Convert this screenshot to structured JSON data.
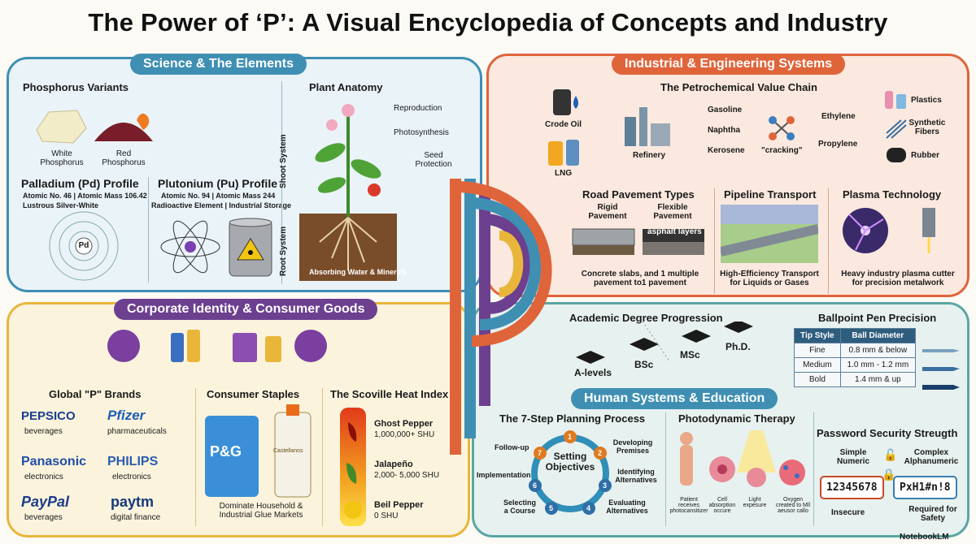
{
  "title": "The Power of ‘P’: A Visual Encyclopedia of Concepts and Industry",
  "colors": {
    "science": "#3f8fb3",
    "industrial": "#e0643a",
    "corporate": "#e9b63a",
    "human": "#5aa6a4",
    "corp_pill": "#6c3f8f"
  },
  "science": {
    "label": "Science & The Elements",
    "phosphorus": {
      "title": "Phosphorus Variants",
      "white": "White\nPhosphorus",
      "red": "Red\nPhosphorus"
    },
    "palladium": {
      "title": "Palladium (Pd) Profile",
      "line1": "Atomic No. 46 | Atomic Mass 106.42",
      "line2": "Lustrous Silver-White",
      "symbol": "Pd"
    },
    "plutonium": {
      "title": "Plutonium (Pu) Profile",
      "line1": "Atomic No. 94 | Atomic Mass 244",
      "line2": "Radioactive Element | Industrial Storage"
    },
    "plant": {
      "title": "Plant Anatomy",
      "reproduction": "Reproduction",
      "photosynthesis": "Photosynthesis",
      "seed": "Seed\nProtection",
      "shoot": "Shoot System",
      "root": "Root System",
      "absorb": "Absorbing Water & Minerals"
    }
  },
  "industrial": {
    "label": "Industrial & Engineering Systems",
    "petro": {
      "title": "The Petrochemical Value Chain",
      "crude": "Crode Oil",
      "lng": "LNG",
      "refinery": "Refinery",
      "gasoline": "Gasoline",
      "naphtha": "Naphtha",
      "kerosene": "Kerosene",
      "cracking": "\"cracking\"",
      "ethylene": "Ethylene",
      "propylene": "Propylene",
      "plastics": "Plastics",
      "fibers": "Synthetic\nFibers",
      "rubber": "Rubber"
    },
    "road": {
      "title": "Road Pavement Types",
      "rigid": "Rigid\nPavement",
      "flexible": "Flexible\nPavement",
      "asphalt": "asphalt layers",
      "caption": "Concrete slabs, and 1 multiple\npavement to1 pavement"
    },
    "pipeline": {
      "title": "Pipeline Transport",
      "caption": "High-Efficiency Transport\nfor Liquids or Gases"
    },
    "plasma": {
      "title": "Plasma Technology",
      "caption": "Heavy industry plasma cutter\nfor precision metalwork"
    }
  },
  "corporate": {
    "label": "Corporate Identity & Consumer Goods",
    "brands": {
      "title": "Global \"P\" Brands",
      "items": [
        {
          "name": "PEPSICO",
          "sub": "beverages",
          "color": "#1a3f8f"
        },
        {
          "name": "Pfizer",
          "sub": "pharmaceuticals",
          "color": "#1d5fb8"
        },
        {
          "name": "Panasonic",
          "sub": "electronics",
          "color": "#1e4ea8"
        },
        {
          "name": "PHILIPS",
          "sub": "electronics",
          "color": "#2a5db0"
        },
        {
          "name": "PayPal",
          "sub": "beverages",
          "color": "#1b3c8c"
        },
        {
          "name": "paytm",
          "sub": "digital finance",
          "color": "#143a7a"
        }
      ]
    },
    "staples": {
      "title": "Consumer Staples",
      "pg": "P&G",
      "glue": "Castellanos",
      "caption": "Dominate Household &\nIndustrial Glue Markets"
    },
    "scoville": {
      "title": "The Scoville Heat Index",
      "ghost": "Ghost Pepper",
      "ghost_shu": "1,000,000+ SHU",
      "jalapeno": "Jalapeño",
      "jalapeno_shu": "2,000- 5,000 SHU",
      "bell": "Beil Pepper",
      "bell_shu": "0 SHU"
    }
  },
  "human": {
    "label": "Human Systems & Education",
    "degrees": {
      "title": "Academic Degree Progression",
      "items": [
        "A-levels",
        "BSc",
        "MSc",
        "Ph.D."
      ]
    },
    "pen": {
      "title": "Ballpoint Pen Precision",
      "headers": [
        "Tip Style",
        "Ball Diameter"
      ],
      "rows": [
        [
          "Fine",
          "0.8 mm & below"
        ],
        [
          "Medium",
          "1.0 mm - 1.2 mm"
        ],
        [
          "Bold",
          "1.4 mm & up"
        ]
      ]
    },
    "planning": {
      "title": "The 7-Step Planning Process",
      "center": "Setting\nObjectives",
      "steps": [
        "Developing\nPremises",
        "Identifying\nAlternatives",
        "Evaluating\nAlternatives",
        "Selecting\na Course",
        "Implementation",
        "Follow-up"
      ],
      "nums": [
        "1",
        "2",
        "3",
        "4",
        "5",
        "6",
        "7"
      ]
    },
    "pdt": {
      "title": "Photodynamic Therapy",
      "s1": "Patient\nreceives\nphotocansitizer",
      "s2": "Cell\nabsorption\noccure",
      "s3": "Light\nexpesure",
      "s4": "Oxygen\ncreated to Mll\naeusor callo"
    },
    "password": {
      "title": "Password Security Streugth",
      "simple": "Simple\nNumeric",
      "simple_val": "12345678",
      "insecure": "Insecure",
      "complex": "Complex\nAlphanumeric",
      "complex_val": "PxH1#n!8",
      "safe": "Required for\nSafety"
    }
  },
  "footer": "NotebookLM"
}
